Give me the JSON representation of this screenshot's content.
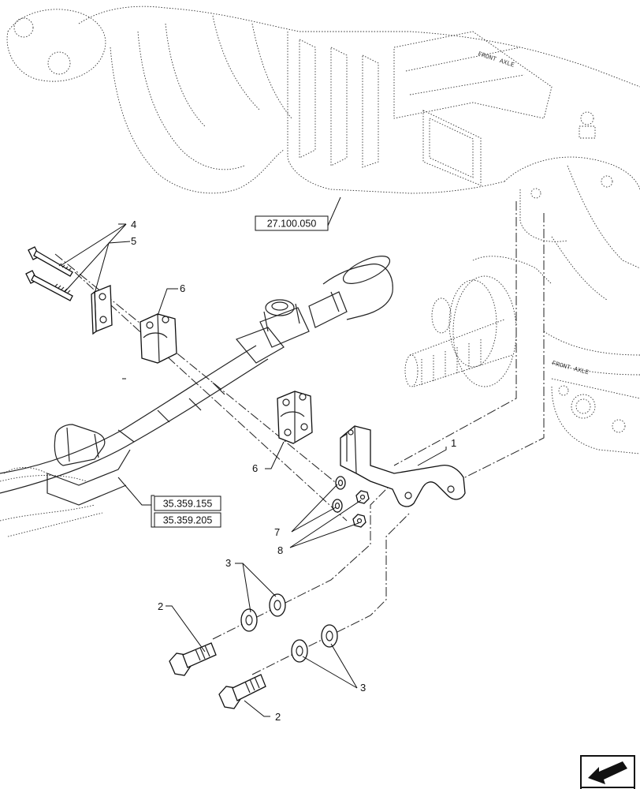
{
  "callouts": {
    "c1": "1",
    "c2a": "2",
    "c2b": "2",
    "c3a": "3",
    "c3b": "3",
    "c4": "4",
    "c5": "5",
    "c6a": "6",
    "c6b": "6",
    "c7": "7",
    "c8": "8"
  },
  "references": {
    "axle": "27.100.050",
    "pipe1": "35.359.155",
    "pipe2": "35.359.205"
  },
  "plates": {
    "front_axle": "FRONT AXLE",
    "front_axle_small": "FRONT AXLE"
  },
  "icons": {
    "nav": "arrow-prev-icon"
  }
}
